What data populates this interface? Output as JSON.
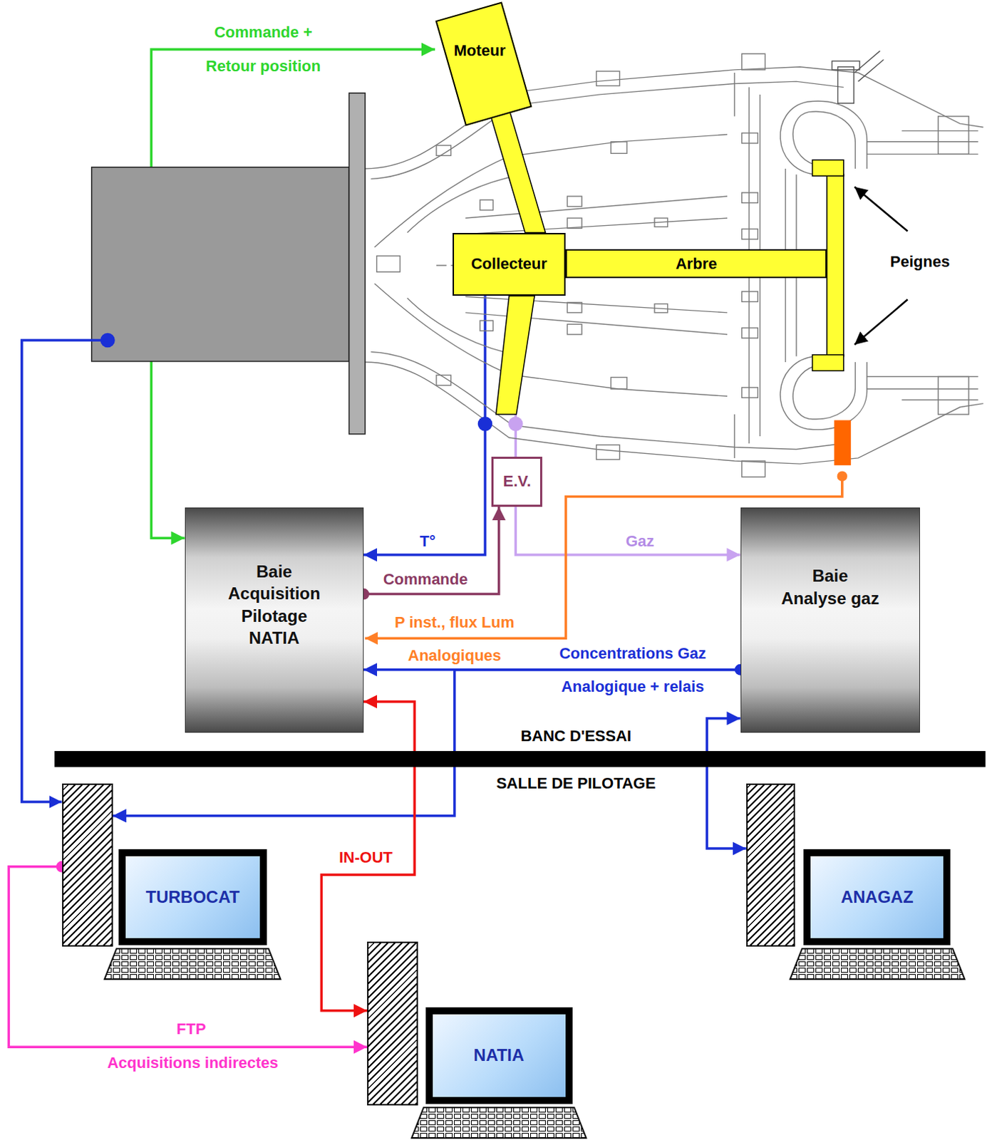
{
  "diagram": {
    "nodes": [
      {
        "text": [
          "Moteur"
        ]
      },
      {
        "text": [
          "Collecteur"
        ]
      },
      {
        "text": [
          "Arbre"
        ]
      },
      {
        "text": [
          "E.V."
        ]
      },
      {
        "text": [
          "Baie Acquisition Pilotage NATIA"
        ]
      },
      {
        "text": [
          "Baie Analyse gaz"
        ]
      },
      {
        "text": [
          "TURBOCAT"
        ]
      },
      {
        "text": [
          "ANAGAZ"
        ]
      },
      {
        "text": [
          "NATIA"
        ]
      }
    ],
    "edges": [
      {
        "from": 4,
        "to": 0,
        "arrow": "both",
        "label": "Commande + Retour position"
      },
      {
        "from": 1,
        "to": 4,
        "arrow": "to",
        "label": "T°"
      },
      {
        "from": 4,
        "to": 3,
        "arrow": "to",
        "label": "Commande"
      },
      {
        "from": 1,
        "to": 3,
        "arrow": "none"
      },
      {
        "from": 3,
        "to": 5,
        "arrow": "to",
        "label": "Gaz"
      },
      {
        "from": 5,
        "to": 4,
        "arrow": "to",
        "label": "Concentrations Gaz"
      },
      {
        "from": 5,
        "to": 6,
        "arrow": "to"
      },
      {
        "from": 5,
        "to": 7,
        "arrow": "both"
      },
      {
        "from": 4,
        "to": 8,
        "arrow": "both",
        "label": "IN-OUT"
      },
      {
        "from": 6,
        "to": 8,
        "arrow": "to",
        "label": "FTP"
      }
    ],
    "labels": [
      "Peignes",
      "BANC D'ESSAI",
      "SALLE DE PILOTAGE",
      "P inst., flux Lum",
      "Analogiques",
      "Analogique + relais",
      "Acquisitions indirectes"
    ]
  }
}
